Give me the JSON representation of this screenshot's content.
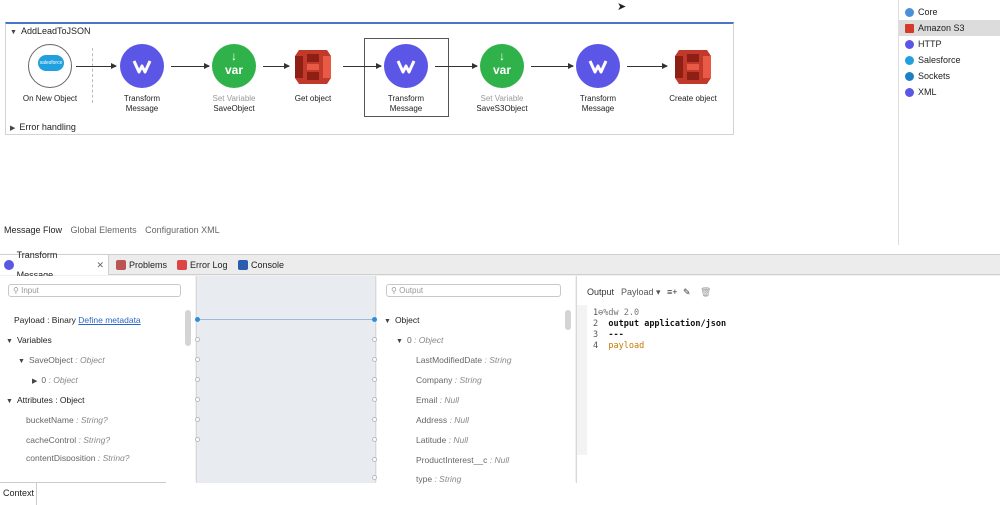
{
  "flow": {
    "name": "AddLeadToJSON",
    "error_handling": "Error handling",
    "nodes": [
      {
        "label": "On New Object",
        "sublabel": ""
      },
      {
        "label": "Transform Message",
        "sublabel": ""
      },
      {
        "label": "SaveObject",
        "sublabel": "Set Variable"
      },
      {
        "label": "Get object",
        "sublabel": ""
      },
      {
        "label": "Transform Message",
        "sublabel": ""
      },
      {
        "label": "SaveS3Object",
        "sublabel": "Set Variable"
      },
      {
        "label": "Transform Message",
        "sublabel": ""
      },
      {
        "label": "Create object",
        "sublabel": ""
      }
    ],
    "source_logo_text": "salesforce",
    "var_text": "var"
  },
  "palette": {
    "items": [
      {
        "label": "Core",
        "icon": "core-icon",
        "color": "#4a90d9"
      },
      {
        "label": "Amazon S3",
        "icon": "amazon-s3-icon",
        "color": "#d33a2c",
        "selected": true
      },
      {
        "label": "HTTP",
        "icon": "http-icon",
        "color": "#5c56e6"
      },
      {
        "label": "Salesforce",
        "icon": "salesforce-icon",
        "color": "#21a0df"
      },
      {
        "label": "Sockets",
        "icon": "sockets-icon",
        "color": "#1f7fc4"
      },
      {
        "label": "XML",
        "icon": "xml-icon",
        "color": "#5c56e6"
      }
    ]
  },
  "editor_tabs": [
    "Message Flow",
    "Global Elements",
    "Configuration XML"
  ],
  "bottom_tabs": [
    {
      "label": "Transform Message",
      "close": "✕"
    },
    {
      "label": "Problems"
    },
    {
      "label": "Error Log"
    },
    {
      "label": "Console"
    }
  ],
  "input": {
    "placeholder": "Input",
    "payload_label": "Payload : Binary",
    "define_metadata": "Define metadata",
    "variables": "Variables",
    "save_object": "SaveObject",
    "save_object_type": ": Object",
    "index0": "0",
    "index0_type": ": Object",
    "attributes": "Attributes : Object",
    "attr_rows": [
      {
        "name": "bucketName",
        "type": ": String?"
      },
      {
        "name": "cacheControl",
        "type": ": String?"
      },
      {
        "name": "contentDisposition",
        "type": ": String?"
      }
    ],
    "context": "Context"
  },
  "output": {
    "placeholder": "Output",
    "root": "Object",
    "index0": "0",
    "index0_type": ": Object",
    "fields": [
      {
        "name": "LastModifiedDate",
        "type": ": String"
      },
      {
        "name": "Company",
        "type": ": String"
      },
      {
        "name": "Email",
        "type": ": Null"
      },
      {
        "name": "Address",
        "type": ": Null"
      },
      {
        "name": "Latitude",
        "type": ": Null"
      },
      {
        "name": "ProductInterest__c",
        "type": ": Null"
      },
      {
        "name": "type",
        "type": ": String"
      }
    ]
  },
  "script": {
    "output_label": "Output",
    "payload_dropdown": "Payload",
    "lines": [
      {
        "n": "1⊖",
        "text": "%dw 2.0",
        "style": "cm"
      },
      {
        "n": "2",
        "text": "output application/json",
        "style": "kw"
      },
      {
        "n": "3",
        "text": "---",
        "style": "kw"
      },
      {
        "n": "4",
        "text": "payload",
        "style": "or"
      }
    ]
  }
}
